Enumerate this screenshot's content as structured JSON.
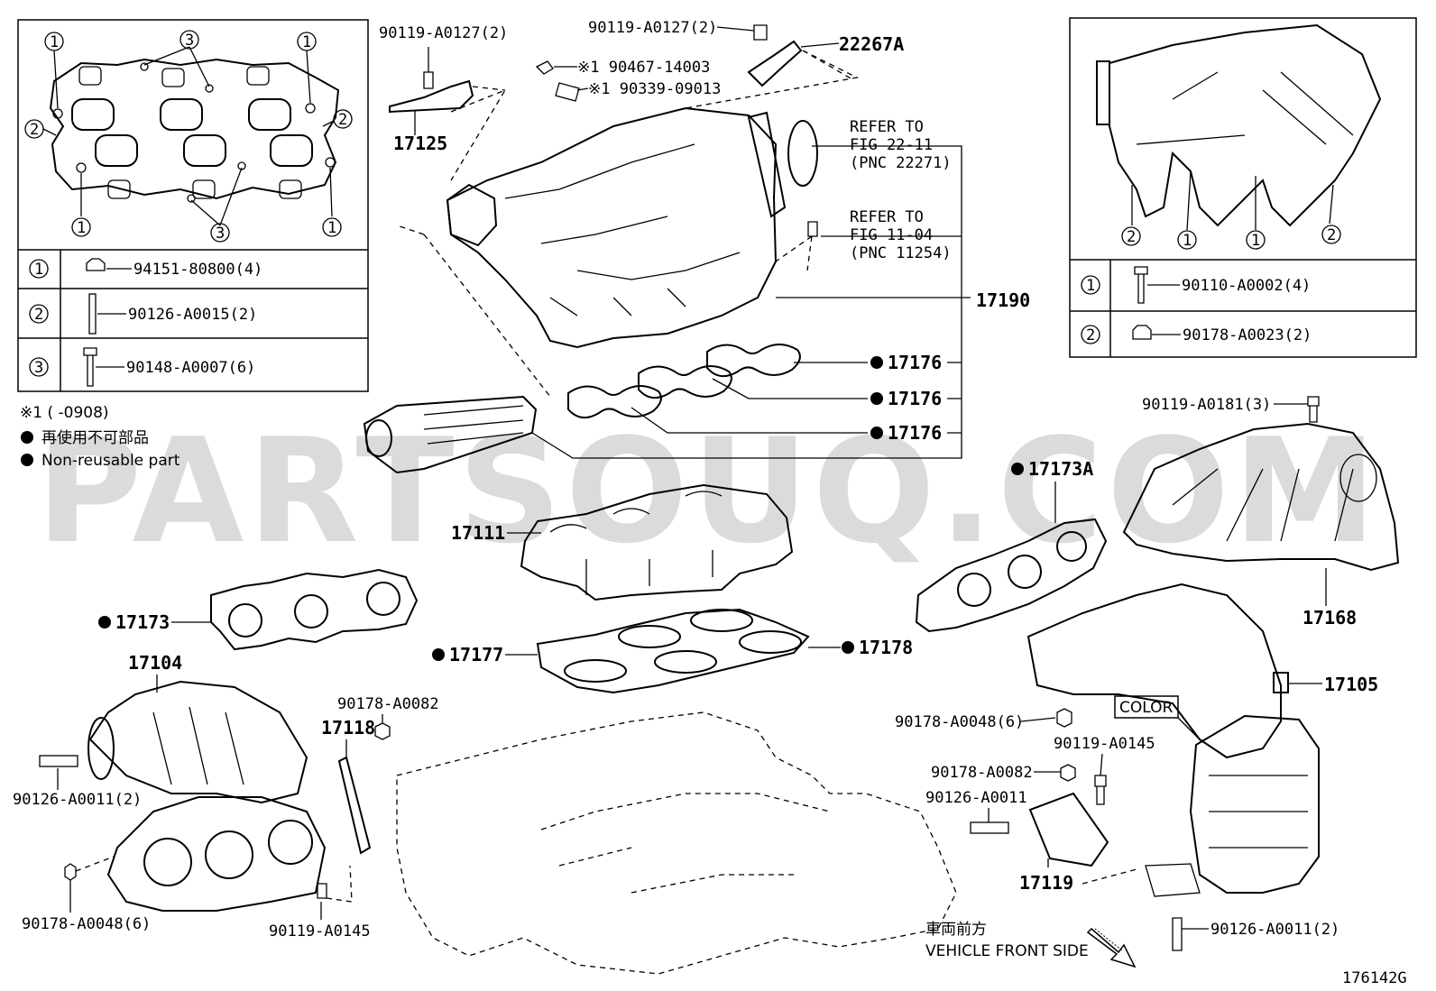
{
  "diagram_code": "176142G",
  "watermark": "PARTSOUQ.COM",
  "legend": {
    "note": "※1 ( -0908)",
    "non_reusable_ja": "再使用不可部品",
    "non_reusable_en": "Non-reusable part"
  },
  "left_box": {
    "markers": [
      "1",
      "2",
      "3"
    ],
    "rows": [
      {
        "marker": "1",
        "part": "94151-80800(4)"
      },
      {
        "marker": "2",
        "part": "90126-A0015(2)"
      },
      {
        "marker": "3",
        "part": "90148-A0007(6)"
      }
    ]
  },
  "right_box": {
    "rows": [
      {
        "marker": "1",
        "part": "90110-A0002(4)"
      },
      {
        "marker": "2",
        "part": "90178-A0023(2)"
      }
    ]
  },
  "refer": [
    {
      "line1": "REFER TO",
      "line2": "FIG 22-11",
      "line3": "(PNC 22271)"
    },
    {
      "line1": "REFER TO",
      "line2": "FIG 11-04",
      "line3": "(PNC 11254)"
    }
  ],
  "callouts": {
    "c_90119_a0127_left": "90119-A0127(2)",
    "c_90119_a0127_top": "90119-A0127(2)",
    "c_22267a": "22267A",
    "c_90467": "※1 90467-14003",
    "c_90339": "※1 90339-09013",
    "c_17125": "17125",
    "c_17190": "17190",
    "c_17176_a": "17176",
    "c_17176_b": "17176",
    "c_17176_c": "17176",
    "c_17173a": "17173A",
    "c_90119_a0181": "90119-A0181(3)",
    "c_17168": "17168",
    "c_17111": "17111",
    "c_17173": "17173",
    "c_17177": "17177",
    "c_17178": "17178",
    "c_17104": "17104",
    "c_17105": "17105",
    "c_color": "COLOR",
    "c_90178_a0082_left": "90178-A0082",
    "c_17118": "17118",
    "c_90126_a0011_left": "90126-A0011(2)",
    "c_90178_a0048_left": "90178-A0048(6)",
    "c_90119_a0145_left": "90119-A0145",
    "c_90178_a0048_right": "90178-A0048(6)",
    "c_90119_a0145_right": "90119-A0145",
    "c_90178_a0082_right": "90178-A0082",
    "c_90126_a0011_mid": "90126-A0011",
    "c_17119": "17119",
    "c_90126_a0011_right": "90126-A0011(2)"
  },
  "front_side": {
    "ja": "車両前方",
    "en": "VEHICLE FRONT SIDE"
  }
}
